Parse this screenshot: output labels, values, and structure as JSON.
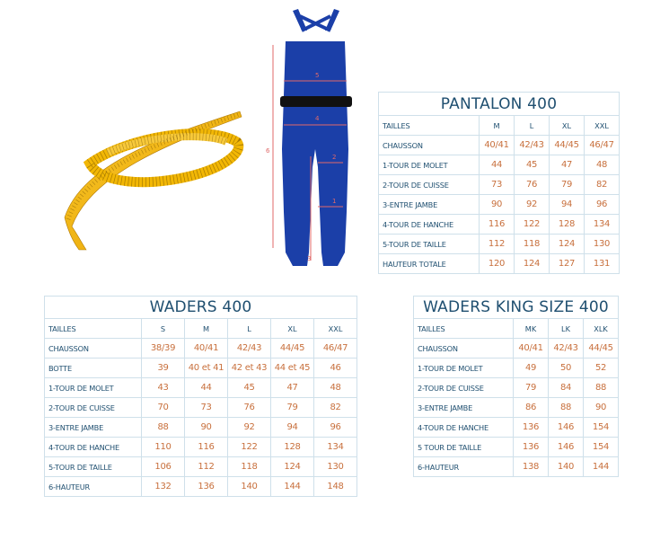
{
  "colors": {
    "navy_text": "#1f4f70",
    "value_orange": "#c8703d",
    "grid": "#cfe0ea",
    "tape_yellow": "#f2b705",
    "waders_blue": "#1b3fa8",
    "measure_pink": "#e06a6a"
  },
  "figure": {
    "labels": [
      "5",
      "4",
      "6",
      "2",
      "1",
      "3"
    ]
  },
  "pantalon": {
    "title": "PANTALON 400",
    "headers": [
      "TAILLES",
      "M",
      "L",
      "XL",
      "XXL"
    ],
    "rows": [
      {
        "label": "CHAUSSON",
        "values": [
          "40/41",
          "42/43",
          "44/45",
          "46/47"
        ]
      },
      {
        "label": "1-TOUR DE MOLET",
        "values": [
          "44",
          "45",
          "47",
          "48"
        ]
      },
      {
        "label": "2-TOUR DE CUISSE",
        "values": [
          "73",
          "76",
          "79",
          "82"
        ]
      },
      {
        "label": "3-ENTRE JAMBE",
        "values": [
          "90",
          "92",
          "94",
          "96"
        ]
      },
      {
        "label": "4-TOUR DE HANCHE",
        "values": [
          "116",
          "122",
          "128",
          "134"
        ]
      },
      {
        "label": "5-TOUR DE TAILLE",
        "values": [
          "112",
          "118",
          "124",
          "130"
        ]
      },
      {
        "label": "HAUTEUR TOTALE",
        "values": [
          "120",
          "124",
          "127",
          "131"
        ]
      }
    ]
  },
  "waders": {
    "title": "WADERS 400",
    "headers": [
      "TAILLES",
      "S",
      "M",
      "L",
      "XL",
      "XXL"
    ],
    "rows": [
      {
        "label": "CHAUSSON",
        "values": [
          "38/39",
          "40/41",
          "42/43",
          "44/45",
          "46/47"
        ]
      },
      {
        "label": "BOTTE",
        "values": [
          "39",
          "40 et 41",
          "42 et 43",
          "44 et 45",
          "46"
        ]
      },
      {
        "label": "1-TOUR DE MOLET",
        "values": [
          "43",
          "44",
          "45",
          "47",
          "48"
        ]
      },
      {
        "label": "2-TOUR DE CUISSE",
        "values": [
          "70",
          "73",
          "76",
          "79",
          "82"
        ]
      },
      {
        "label": "3-ENTRE JAMBE",
        "values": [
          "88",
          "90",
          "92",
          "94",
          "96"
        ]
      },
      {
        "label": "4-TOUR DE HANCHE",
        "values": [
          "110",
          "116",
          "122",
          "128",
          "134"
        ]
      },
      {
        "label": "5-TOUR DE TAILLE",
        "values": [
          "106",
          "112",
          "118",
          "124",
          "130"
        ]
      },
      {
        "label": "6-HAUTEUR",
        "values": [
          "132",
          "136",
          "140",
          "144",
          "148"
        ]
      }
    ]
  },
  "king": {
    "title": "WADERS KING SIZE 400",
    "headers": [
      "TAILLES",
      "MK",
      "LK",
      "XLK"
    ],
    "rows": [
      {
        "label": "CHAUSSON",
        "values": [
          "40/41",
          "42/43",
          "44/45"
        ]
      },
      {
        "label": "1-TOUR DE MOLET",
        "values": [
          "49",
          "50",
          "52"
        ]
      },
      {
        "label": "2-TOUR DE CUISSE",
        "values": [
          "79",
          "84",
          "88"
        ]
      },
      {
        "label": "3-ENTRE JAMBE",
        "values": [
          "86",
          "88",
          "90"
        ]
      },
      {
        "label": "4-TOUR DE HANCHE",
        "values": [
          "136",
          "146",
          "154"
        ]
      },
      {
        "label": "5 TOUR DE TAILLE",
        "values": [
          "136",
          "146",
          "154"
        ]
      },
      {
        "label": "6-HAUTEUR",
        "values": [
          "138",
          "140",
          "144"
        ]
      }
    ]
  }
}
